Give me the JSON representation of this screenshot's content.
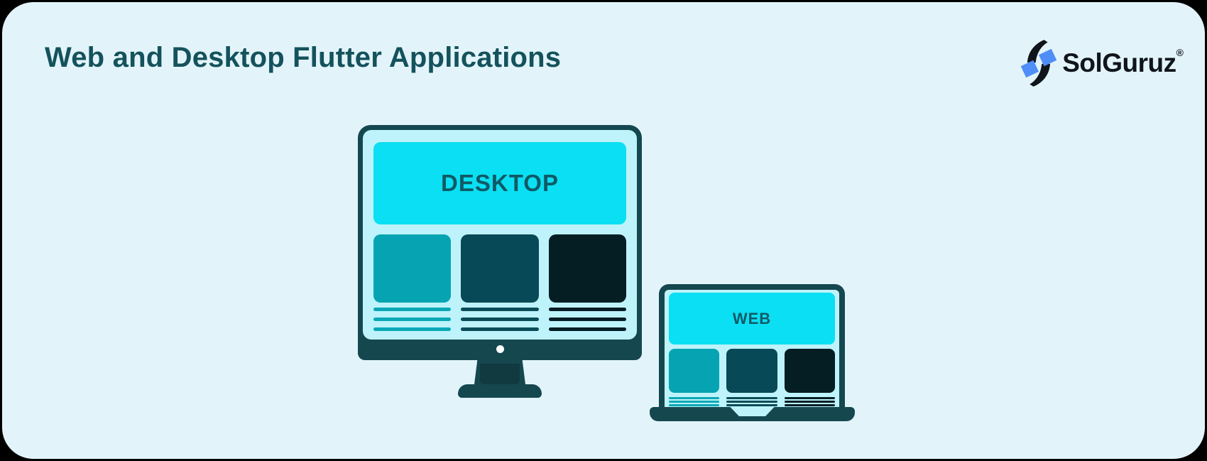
{
  "title": "Web and Desktop Flutter Applications",
  "logo": {
    "wordmark": "SolGuruz",
    "registered": "®"
  },
  "devices": {
    "desktop": {
      "label": "DESKTOP"
    },
    "laptop": {
      "label": "WEB"
    }
  },
  "colors": {
    "outer_background": "#000000",
    "card_background": "#e2f4fa",
    "title_color": "#14525c",
    "frame": "#15474f",
    "screen": "#bef3fb",
    "header": "#0bdff3",
    "label": "#0e5a66",
    "card_teal": "#06a4b2",
    "card_dark": "#074956",
    "card_black": "#041e24",
    "line_teal": "#0aa8b6",
    "line_dark": "#0b4c58",
    "line_black": "#061e25",
    "dot": "#ffffff",
    "logo_blue": "#4f8df7",
    "logo_black": "#10151b",
    "wordmark_color": "#10151b"
  }
}
